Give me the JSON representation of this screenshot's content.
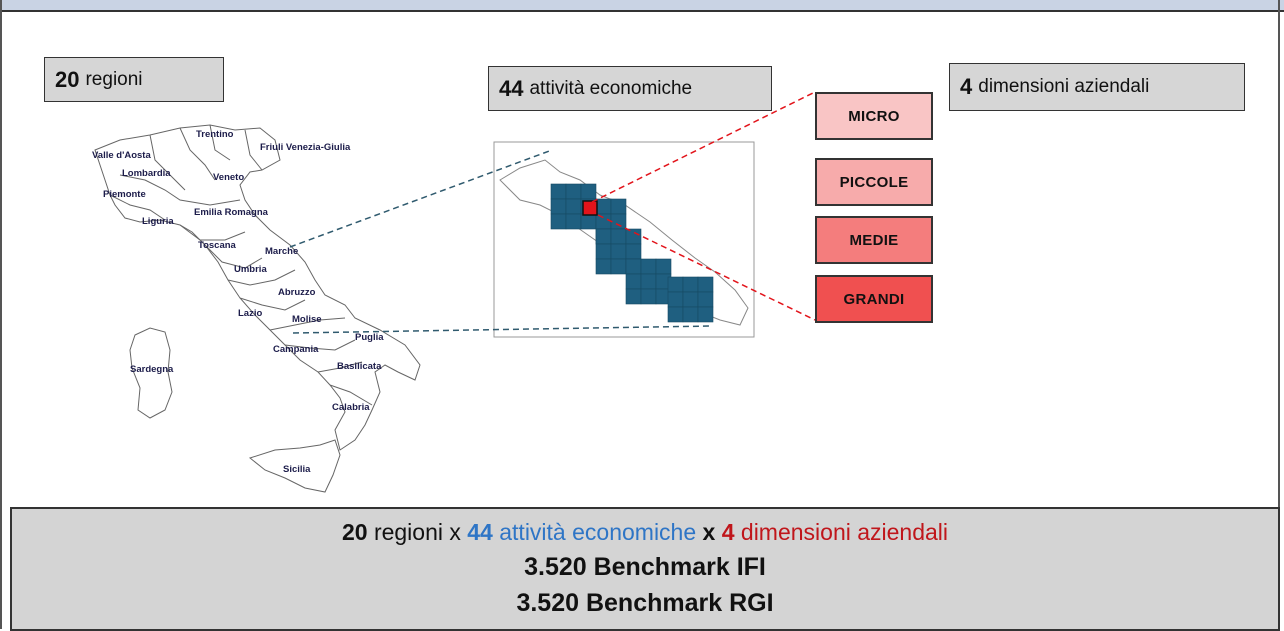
{
  "colors": {
    "header_band": "#c9d3e4",
    "box_gray": "#d6d6d6",
    "grid_cell": "#1f5f80",
    "highlight_cell": "#e2141b",
    "blue_text": "#2e75c6",
    "red_text": "#c0161b",
    "micro": "#f9c5c5",
    "piccole": "#f7abab",
    "medie": "#f47d7d",
    "grandi": "#f05050"
  },
  "regions_box": {
    "number": "20",
    "text": "regioni"
  },
  "activities_box": {
    "number": "44",
    "text": "attività economiche"
  },
  "sizes_box": {
    "number": "4",
    "text": "dimensioni aziendali"
  },
  "company_sizes": [
    "MICRO",
    "PICCOLE",
    "MEDIE",
    "GRANDI"
  ],
  "map_regions": [
    "Valle d'Aosta",
    "Trentino",
    "Friuli Venezia-Giulia",
    "Lombardia",
    "Veneto",
    "Piemonte",
    "Liguria",
    "Emilia Romagna",
    "Toscana",
    "Marche",
    "Umbria",
    "Abruzzo",
    "Lazio",
    "Molise",
    "Puglia",
    "Campania",
    "Basilicata",
    "Sardegna",
    "Calabria",
    "Sicilia"
  ],
  "summary": {
    "line1": {
      "regions_num": "20",
      "regions_text": "regioni x",
      "activities_num": "44",
      "activities_text": "attività economiche",
      "x2": "x",
      "sizes_num": "4",
      "sizes_text": "dimensioni aziendali"
    },
    "line2": "3.520 Benchmark IFI",
    "line3": "3.520 Benchmark RGI"
  }
}
